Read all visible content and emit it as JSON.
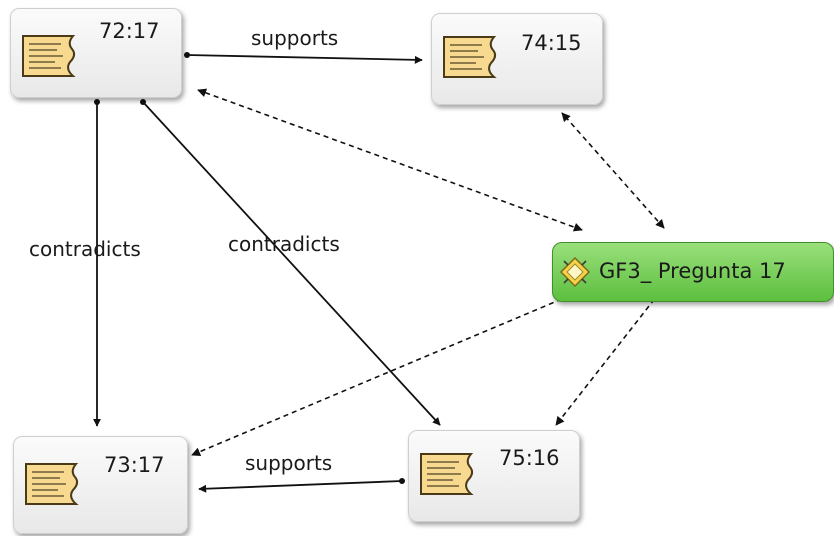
{
  "nodes": {
    "q7217": {
      "label": "72:17",
      "type": "quotation"
    },
    "q7415": {
      "label": "74:15",
      "type": "quotation"
    },
    "q7317": {
      "label": "73:17",
      "type": "quotation"
    },
    "q7516": {
      "label": "75:16",
      "type": "quotation"
    },
    "code": {
      "label": "GF3_ Pregunta 17",
      "type": "code"
    }
  },
  "relations": [
    {
      "from": "72:17",
      "to": "74:15",
      "label": "supports",
      "style": "solid"
    },
    {
      "from": "72:17",
      "to": "73:17",
      "label": "contradicts",
      "style": "solid"
    },
    {
      "from": "72:17",
      "to": "75:16",
      "label": "contradicts",
      "style": "solid"
    },
    {
      "from": "75:16",
      "to": "73:17",
      "label": "supports",
      "style": "solid"
    },
    {
      "from": "GF3_ Pregunta 17",
      "to": "72:17",
      "label": "",
      "style": "dashed"
    },
    {
      "from": "GF3_ Pregunta 17",
      "to": "74:15",
      "label": "",
      "style": "dashed"
    },
    {
      "from": "GF3_ Pregunta 17",
      "to": "73:17",
      "label": "",
      "style": "dashed"
    },
    {
      "from": "GF3_ Pregunta 17",
      "to": "75:16",
      "label": "",
      "style": "dashed"
    }
  ],
  "edge_labels": {
    "supports_top": "supports",
    "contradicts_left": "contradicts",
    "contradicts_diag": "contradicts",
    "supports_bottom": "supports"
  },
  "colors": {
    "node_bg": "#f2f2f2",
    "code_node_bg": "#6fcb4e",
    "quote_icon_fill": "#f7d98f",
    "edge": "#111111"
  },
  "icons": {
    "quotation": "document-quote-icon",
    "code": "code-diamond-icon"
  }
}
